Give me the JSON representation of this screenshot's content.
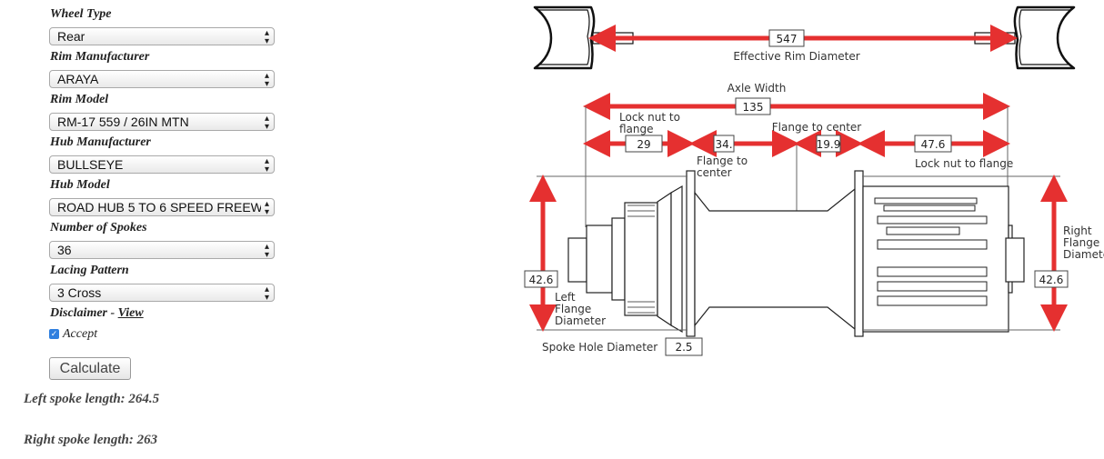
{
  "form": {
    "wheel_type": {
      "label": "Wheel Type",
      "value": "Rear"
    },
    "rim_manufacturer": {
      "label": "Rim Manufacturer",
      "value": "ARAYA"
    },
    "rim_model": {
      "label": "Rim Model",
      "value": "RM-17 559 / 26IN MTN"
    },
    "hub_manufacturer": {
      "label": "Hub Manufacturer",
      "value": "BULLSEYE"
    },
    "hub_model": {
      "label": "Hub Model",
      "value": "ROAD HUB 5 TO 6 SPEED FREEW"
    },
    "number_of_spokes": {
      "label": "Number of Spokes",
      "value": "36"
    },
    "lacing_pattern": {
      "label": "Lacing Pattern",
      "value": "3 Cross"
    },
    "disclaimer": {
      "label": "Disclaimer - ",
      "link": "View"
    },
    "accept_label": "Accept",
    "accept_checked": true,
    "calculate_label": "Calculate"
  },
  "results": {
    "left": "Left spoke length: 264.5",
    "right": "Right spoke length: 263"
  },
  "diagram": {
    "effective_rim_diameter": {
      "label": "Effective Rim Diameter",
      "value": "547"
    },
    "axle_width": {
      "label": "Axle Width",
      "value": "135"
    },
    "lock_nut_to_flange_left": {
      "label_line1": "Lock nut to",
      "label_line2": "flange",
      "value": "29"
    },
    "flange_to_center_left": {
      "label_line1": "Flange to",
      "label_line2": "center",
      "value": "34."
    },
    "flange_to_center_right": {
      "label": "Flange to center",
      "value": "19.9"
    },
    "lock_nut_to_flange_right": {
      "label": "Lock nut to flange",
      "value": "47.6"
    },
    "left_flange_diameter": {
      "label_line1": "Left",
      "label_line2": "Flange",
      "label_line3": "Diameter",
      "value": "42.6"
    },
    "right_flange_diameter": {
      "label_line1": "Right",
      "label_line2": "Flange",
      "label_line3": "Diameter",
      "value": "42.6"
    },
    "spoke_hole_diameter": {
      "label": "Spoke Hole Diameter",
      "value": "2.5"
    }
  },
  "colors": {
    "arrow": "#e53030",
    "link": "#1a1a1a",
    "checkbox": "#2f7fdf"
  }
}
